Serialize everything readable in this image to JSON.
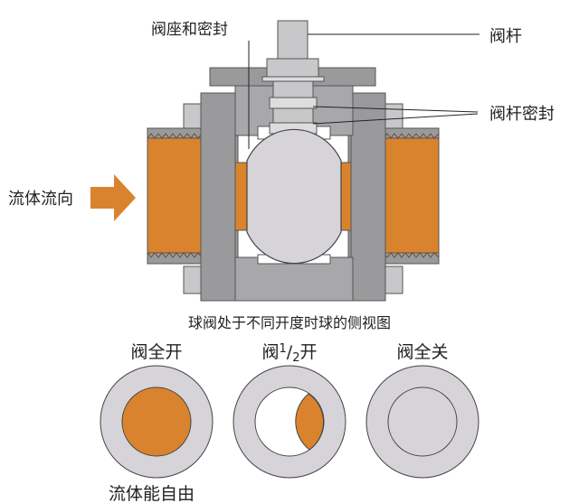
{
  "labels": {
    "seat_seal": "阀座和密封",
    "stem": "阀杆",
    "stem_seal": "阀杆密封",
    "flow_direction": "流体流向",
    "caption": "球阀处于不同开度时球的侧视图",
    "full_open": "阀全开",
    "half_open_prefix": "阀",
    "half_open_num": "1",
    "half_open_den": "2",
    "half_open_suffix": "开",
    "full_closed": "阀全关",
    "free_flow": "流体能自由"
  },
  "colors": {
    "fluid": "#d9832e",
    "body": "#9a9a9c",
    "light": "#cfcfd1",
    "ball": "#d6d4d8"
  }
}
